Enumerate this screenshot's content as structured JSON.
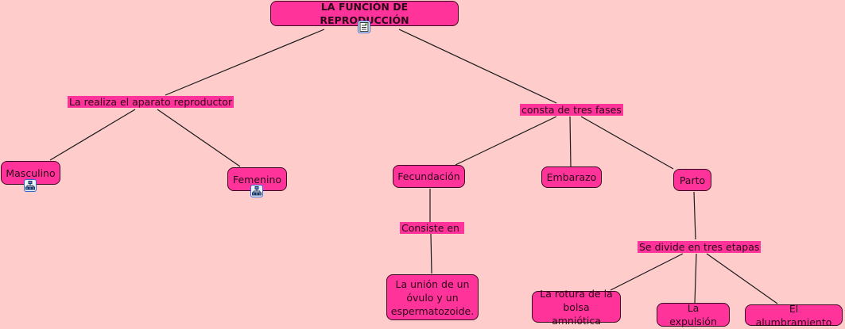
{
  "diagram": {
    "title": "LA FUNCIÓN DE REPRODUCCIÓN",
    "colors": {
      "background": "#ffcccc",
      "node_fill": "#ff3399",
      "node_border": "#3a0a20",
      "text": "#2a0a18",
      "line": "#1a1a1a",
      "icon_border": "#3366cc"
    },
    "nodes": {
      "root": "LA FUNCIÓN DE REPRODUCCIÓN",
      "masculino": "Masculino",
      "femenino": "Femenino",
      "fecundacion": "Fecundación",
      "embarazo": "Embarazo",
      "parto": "Parto",
      "union": "La unión de un óvulo y un espermatozoide.",
      "rotura": "La rotura de la bolsa amniótica",
      "expulsion": "La expulsión",
      "alumbramiento": "El alumbramiento"
    },
    "link_labels": {
      "realiza": "La realiza el aparato reproductor",
      "consta": "consta de tres fases",
      "consiste": "Consiste en",
      "divide": "Se divide en tres etapas"
    },
    "icons": {
      "root": "document-resource-icon",
      "masculino": "submap-resource-icon",
      "femenino": "submap-resource-icon"
    }
  }
}
